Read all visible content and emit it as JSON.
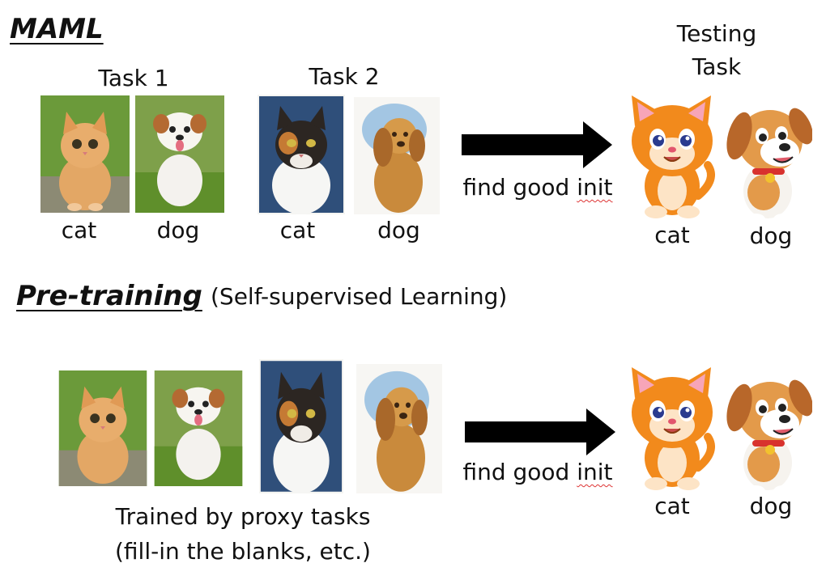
{
  "maml": {
    "heading": "MAML",
    "task1": {
      "title": "Task 1",
      "labels": [
        "cat",
        "dog"
      ]
    },
    "task2": {
      "title": "Task 2",
      "labels": [
        "cat",
        "dog"
      ]
    },
    "arrow_text_prefix": "find good ",
    "arrow_text_word": "init",
    "testing": {
      "title_line1": "Testing",
      "title_line2": "Task",
      "labels": [
        "cat",
        "dog"
      ]
    }
  },
  "pretraining": {
    "heading": "Pre-training",
    "subheading": "(Self-supervised Learning)",
    "caption_line1": "Trained by proxy tasks",
    "caption_line2": "(fill-in the blanks, etc.)",
    "arrow_text_prefix": "find good ",
    "arrow_text_word": "init",
    "labels": [
      "cat",
      "dog"
    ]
  },
  "colors": {
    "arrow": "#000000",
    "cartoon_orange": "#f28a1c",
    "grass": "#5e9a2c",
    "watercolor_blue": "#2f4f7a"
  }
}
